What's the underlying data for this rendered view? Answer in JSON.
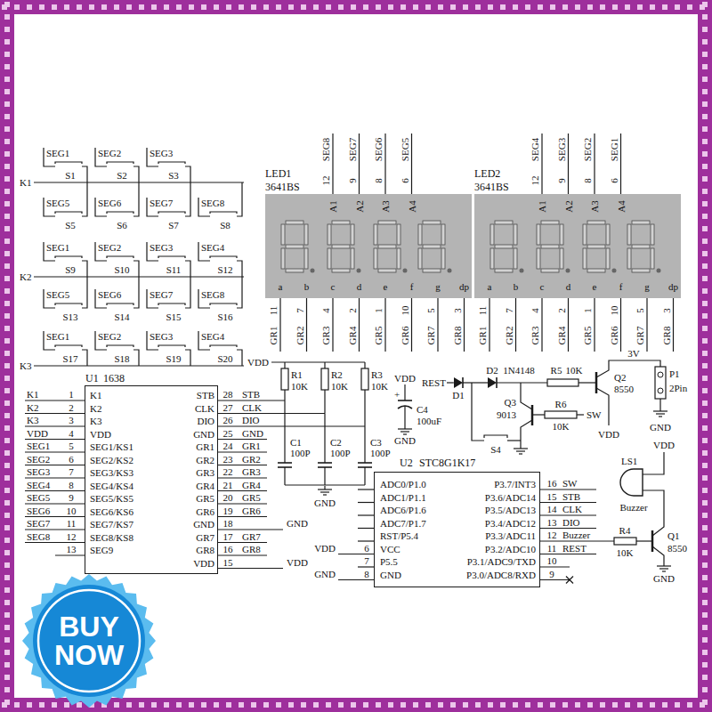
{
  "diagram": {
    "nodes": [
      {
        "text": [
          "LED1",
          "3641BS",
          "A1",
          "A2",
          "A3",
          "A4",
          "a",
          "b",
          "c",
          "d",
          "e",
          "f",
          "g",
          "dp"
        ]
      },
      {
        "text": [
          "LED2",
          "3641BS",
          "A1",
          "A2",
          "A3",
          "A4",
          "a",
          "b",
          "c",
          "d",
          "e",
          "f",
          "g",
          "dp"
        ]
      },
      {
        "text": [
          "U1",
          "1638",
          "K1",
          "K2",
          "K3",
          "VDD",
          "SEG1/KS1",
          "SEG2/KS2",
          "SEG3/KS3",
          "SEG4/KS4",
          "SEG5/KS5",
          "SEG6/KS6",
          "SEG7/KS7",
          "SEG8/KS8",
          "SEG9",
          "STB",
          "CLK",
          "DIO",
          "GND",
          "GR1",
          "GR2",
          "GR3",
          "GR4",
          "GR5",
          "GR6",
          "GND",
          "GR7",
          "GR8",
          "VDD"
        ]
      },
      {
        "text": [
          "U2",
          "STC8G1K17",
          "ADC0/P1.0",
          "ADC1/P1.1",
          "ADC6/P1.6",
          "ADC7/P1.7",
          "RST/P5.4",
          "VCC",
          "P5.5",
          "GND",
          "P3.7/INT3",
          "P3.6/ADC14",
          "P3.5/ADC13",
          "P3.4/ADC12",
          "P3.3/ADC11",
          "P3.2/ADC10",
          "P3.1/ADC9/TXD",
          "P3.0/ADC8/RXD"
        ]
      },
      {
        "text": [
          "BUY NOW"
        ]
      }
    ],
    "labels": [
      "SEG1",
      "S1",
      "SEG2",
      "S2",
      "SEG3",
      "S3",
      "SEG5",
      "S5",
      "SEG6",
      "S6",
      "SEG7",
      "S7",
      "SEG8",
      "S8",
      "SEG1",
      "S9",
      "SEG2",
      "S10",
      "SEG3",
      "S11",
      "SEG4",
      "S12",
      "SEG5",
      "S13",
      "SEG6",
      "S14",
      "SEG7",
      "S15",
      "SEG8",
      "S16",
      "SEG1",
      "S17",
      "SEG2",
      "S18",
      "SEG3",
      "S19",
      "SEG4",
      "S20",
      "K1",
      "K2",
      "K3",
      "12",
      "SEG8",
      "9",
      "SEG7",
      "8",
      "SEG6",
      "6",
      "SEG5",
      "12",
      "SEG4",
      "9",
      "SEG3",
      "8",
      "SEG2",
      "6",
      "SEG1",
      "11",
      "GR1",
      "7",
      "GR2",
      "4",
      "GR3",
      "2",
      "GR4",
      "1",
      "GR5",
      "10",
      "GR6",
      "5",
      "GR7",
      "3",
      "GR8",
      "11",
      "GR1",
      "7",
      "GR2",
      "4",
      "GR3",
      "2",
      "GR4",
      "1",
      "GR5",
      "10",
      "GR6",
      "5",
      "GR7",
      "3",
      "GR8",
      "K1",
      "1",
      "K2",
      "2",
      "K3",
      "3",
      "VDD",
      "4",
      "SEG1",
      "5",
      "SEG2",
      "6",
      "SEG3",
      "7",
      "SEG4",
      "8",
      "SEG5",
      "9",
      "SEG6",
      "10",
      "SEG7",
      "11",
      "SEG8",
      "12",
      "13",
      "28",
      "STB",
      "27",
      "CLK",
      "26",
      "DIO",
      "25",
      "GND",
      "24",
      "GR1",
      "23",
      "GR2",
      "22",
      "GR3",
      "21",
      "GR4",
      "20",
      "GR5",
      "19",
      "GR6",
      "18",
      "GND",
      "17",
      "GR7",
      "16",
      "GR8",
      "15",
      "VDD",
      "VDD",
      "R1",
      "10K",
      "R2",
      "10K",
      "R3",
      "10K",
      "C1",
      "100P",
      "C2",
      "100P",
      "C3",
      "100P",
      "GND",
      "VDD",
      "+",
      "C4",
      "100uF",
      "GND",
      "REST",
      "D1",
      "D2",
      "1N4148",
      "R5",
      "10K",
      "Q2",
      "8550",
      "VDD",
      "3V",
      "P1",
      "2Pin",
      "GND",
      "Q3",
      "9013",
      "R6",
      "10K",
      "SW",
      "S4",
      "VDD",
      "6",
      "7",
      "GND",
      "8",
      "16",
      "SW",
      "15",
      "STB",
      "14",
      "CLK",
      "13",
      "DIO",
      "12",
      "Buzzer",
      "11",
      "REST",
      "10",
      "9",
      "LS1",
      "VDD",
      "Buzzer",
      "R4",
      "10K",
      "Q1",
      "8550",
      "GND"
    ]
  }
}
